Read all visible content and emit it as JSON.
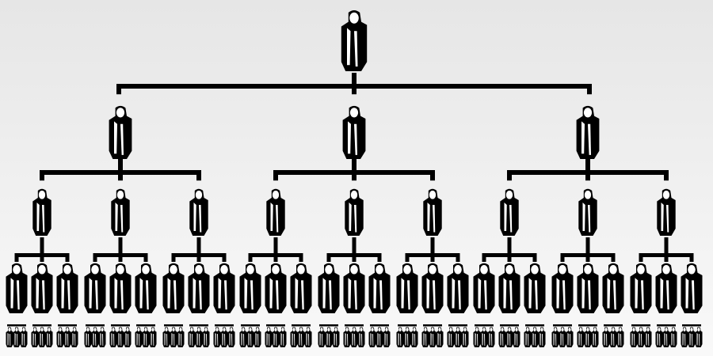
{
  "diagram": {
    "type": "hierarchy-tree",
    "levels": 5,
    "branching": 3,
    "node_icon": "person-icon",
    "colors": {
      "figure": "#000000",
      "highlight": "#ffffff",
      "background": "#eeeeee"
    }
  }
}
